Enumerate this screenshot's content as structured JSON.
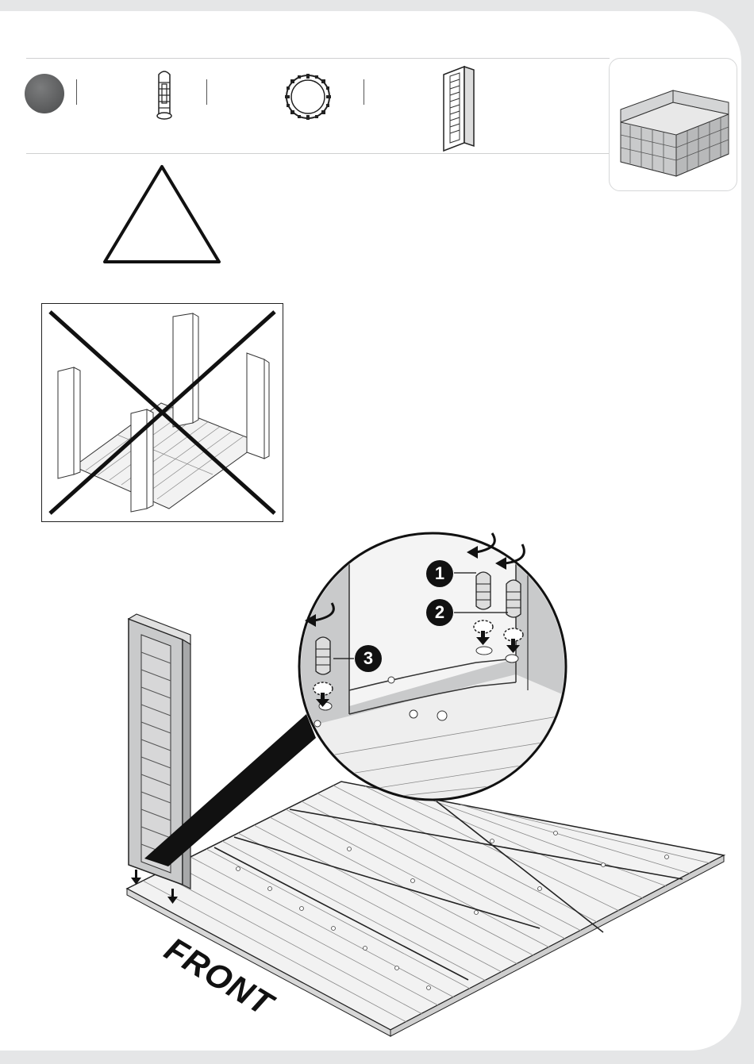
{
  "callouts": {
    "one": "1",
    "two": "2",
    "three": "3"
  },
  "floor_label": "FRONT",
  "step": {
    "number": ""
  },
  "icons": {
    "step_marker": "step-number-circle",
    "part_connector": "connector-pin-icon",
    "part_ring": "locking-ring-icon",
    "part_panel": "wall-panel-icon",
    "warning": "warning-triangle-icon",
    "wrong_assembly": "prohibited-assembly-icon",
    "rotate_arrow": "rotate-arrow-icon",
    "down_arrow": "down-arrow-icon"
  },
  "colors": {
    "panel_fill": "#c9cacb",
    "floor_fill": "#f2f2f2",
    "line": "#111111",
    "step_circle": "#5e5f60"
  }
}
